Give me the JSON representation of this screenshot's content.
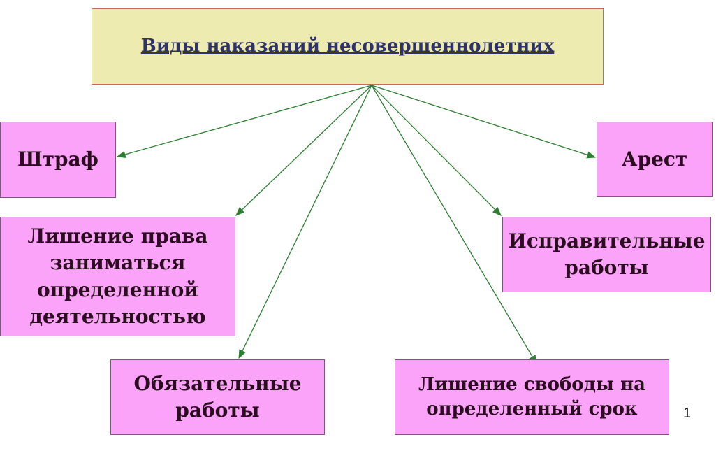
{
  "title": "Виды наказаний несовершеннолетних",
  "boxes": {
    "fine": "Штраф",
    "arrest": "Арест",
    "deprivation_right": "Лишение права заниматься определенной деятельностью",
    "corrective_work": "Исправительные работы",
    "mandatory_work": "Обязательные работы",
    "imprisonment": "Лишение свободы на определенный срок"
  },
  "page_number": "1",
  "colors": {
    "box_fill": "#fba3f8",
    "title_fill": "#eeebb0",
    "arrow": "#2e7d32"
  }
}
